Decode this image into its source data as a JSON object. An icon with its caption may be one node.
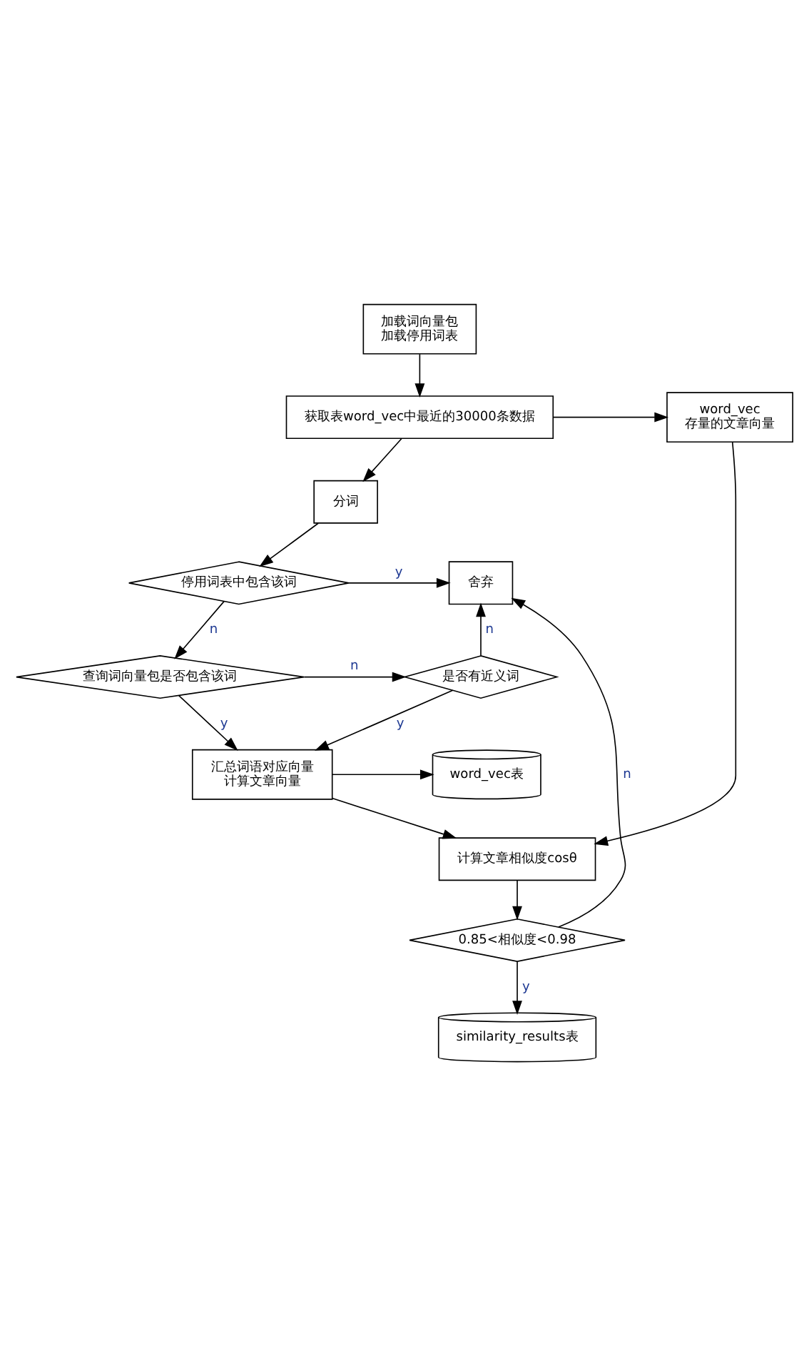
{
  "diagram": {
    "nodes": [
      {
        "text": [
          "加载词向量包",
          "加载停用词表"
        ]
      },
      {
        "text": [
          "获取表word_vec中最近的30000条数据"
        ]
      },
      {
        "text": [
          "word_vec",
          "存量的文章向量"
        ]
      },
      {
        "text": [
          "分词"
        ]
      },
      {
        "text": [
          "停用词表中包含该词"
        ]
      },
      {
        "text": [
          "舍弃"
        ]
      },
      {
        "text": [
          "查询词向量包是否包含该词"
        ]
      },
      {
        "text": [
          "是否有近义词"
        ]
      },
      {
        "text": [
          "汇总词语对应向量",
          "计算文章向量"
        ]
      },
      {
        "text": [
          "word_vec表"
        ]
      },
      {
        "text": [
          "计算文章相似度cosθ"
        ]
      },
      {
        "text": [
          "0.85<相似度<0.98"
        ]
      },
      {
        "text": [
          "similarity_results表"
        ]
      }
    ],
    "edges": [
      {
        "from": 0,
        "to": 1,
        "arrow": "to"
      },
      {
        "from": 1,
        "to": 2,
        "arrow": "to"
      },
      {
        "from": 1,
        "to": 3,
        "arrow": "to"
      },
      {
        "from": 3,
        "to": 4,
        "arrow": "to"
      },
      {
        "from": 4,
        "to": 5,
        "arrow": "to",
        "label": "y"
      },
      {
        "from": 4,
        "to": 6,
        "arrow": "to",
        "label": "n"
      },
      {
        "from": 6,
        "to": 7,
        "arrow": "to",
        "label": "n"
      },
      {
        "from": 6,
        "to": 8,
        "arrow": "to",
        "label": "y"
      },
      {
        "from": 7,
        "to": 5,
        "arrow": "to",
        "label": "n"
      },
      {
        "from": 7,
        "to": 8,
        "arrow": "to",
        "label": "y"
      },
      {
        "from": 8,
        "to": 9,
        "arrow": "to"
      },
      {
        "from": 8,
        "to": 10,
        "arrow": "to"
      },
      {
        "from": 2,
        "to": 10,
        "arrow": "to"
      },
      {
        "from": 10,
        "to": 11,
        "arrow": "to"
      },
      {
        "from": 11,
        "to": 5,
        "arrow": "to",
        "label": "n"
      },
      {
        "from": 11,
        "to": 12,
        "arrow": "to",
        "label": "y"
      }
    ]
  }
}
